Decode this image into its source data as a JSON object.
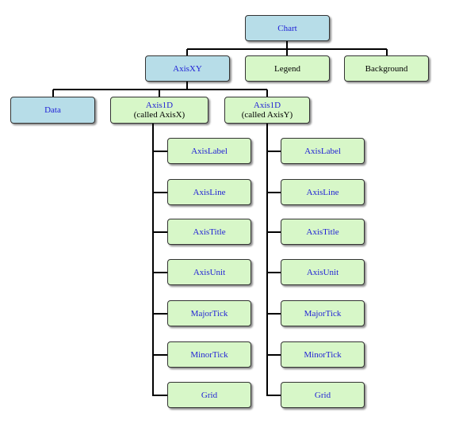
{
  "nodes": {
    "chart": "Chart",
    "axisxy": "AxisXY",
    "legend": "Legend",
    "background": "Background",
    "data": "Data",
    "axis1d_x": {
      "title": "Axis1D",
      "subtitle": "(called AxisX)"
    },
    "axis1d_y": {
      "title": "Axis1D",
      "subtitle": "(called AxisY)"
    }
  },
  "children_x": [
    "AxisLabel",
    "AxisLine",
    "AxisTitle",
    "AxisUnit",
    "MajorTick",
    "MinorTick",
    "Grid"
  ],
  "children_y": [
    "AxisLabel",
    "AxisLine",
    "AxisTitle",
    "AxisUnit",
    "MajorTick",
    "MinorTick",
    "Grid"
  ],
  "colors": {
    "blue_node": "#b7dde8",
    "green_node": "#d7f7c8",
    "text_blue": "#1f1fd6",
    "connector": "#000000"
  }
}
